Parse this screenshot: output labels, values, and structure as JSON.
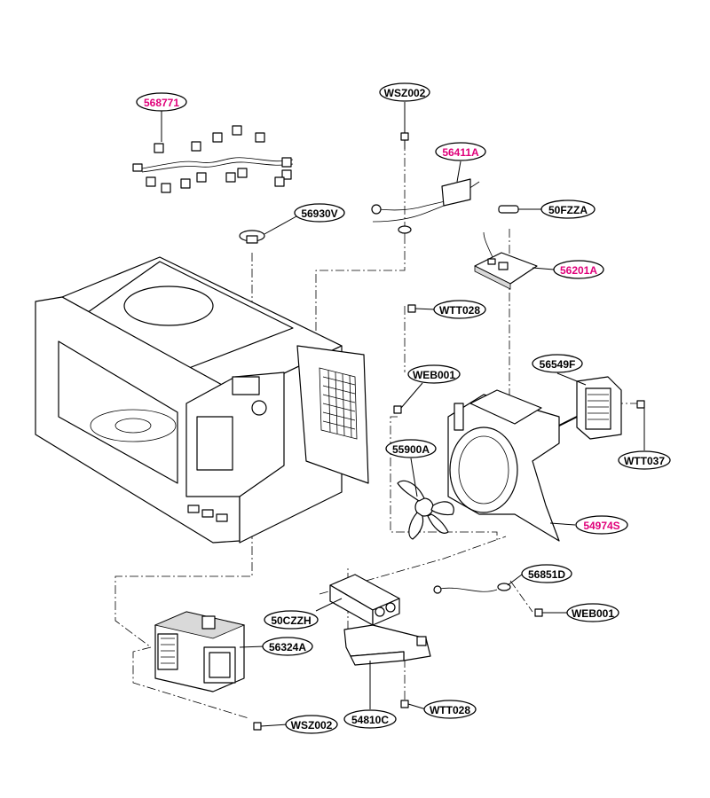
{
  "colors": {
    "highlight": "#e0007a",
    "normal": "#000000"
  },
  "labels": [
    {
      "id": "568771",
      "text": "568771",
      "highlight": true
    },
    {
      "id": "WSZ002-top",
      "text": "WSZ002",
      "highlight": false
    },
    {
      "id": "56411A",
      "text": "56411A",
      "highlight": true
    },
    {
      "id": "50FZZA",
      "text": "50FZZA",
      "highlight": false
    },
    {
      "id": "56201A",
      "text": "56201A",
      "highlight": true
    },
    {
      "id": "56930V",
      "text": "56930V",
      "highlight": false
    },
    {
      "id": "WTT028-top",
      "text": "WTT028",
      "highlight": false
    },
    {
      "id": "WEB001-top",
      "text": "WEB001",
      "highlight": false
    },
    {
      "id": "56549F",
      "text": "56549F",
      "highlight": false
    },
    {
      "id": "55900A",
      "text": "55900A",
      "highlight": false
    },
    {
      "id": "WTT037",
      "text": "WTT037",
      "highlight": false
    },
    {
      "id": "54974S",
      "text": "54974S",
      "highlight": true
    },
    {
      "id": "56851D",
      "text": "56851D",
      "highlight": false
    },
    {
      "id": "WEB001-bottom",
      "text": "WEB001",
      "highlight": false
    },
    {
      "id": "50CZZH",
      "text": "50CZZH",
      "highlight": false
    },
    {
      "id": "56324A",
      "text": "56324A",
      "highlight": false
    },
    {
      "id": "54810C",
      "text": "54810C",
      "highlight": false
    },
    {
      "id": "WTT028-bottom",
      "text": "WTT028",
      "highlight": false
    },
    {
      "id": "WSZ002-bottom",
      "text": "WSZ002",
      "highlight": false
    }
  ]
}
